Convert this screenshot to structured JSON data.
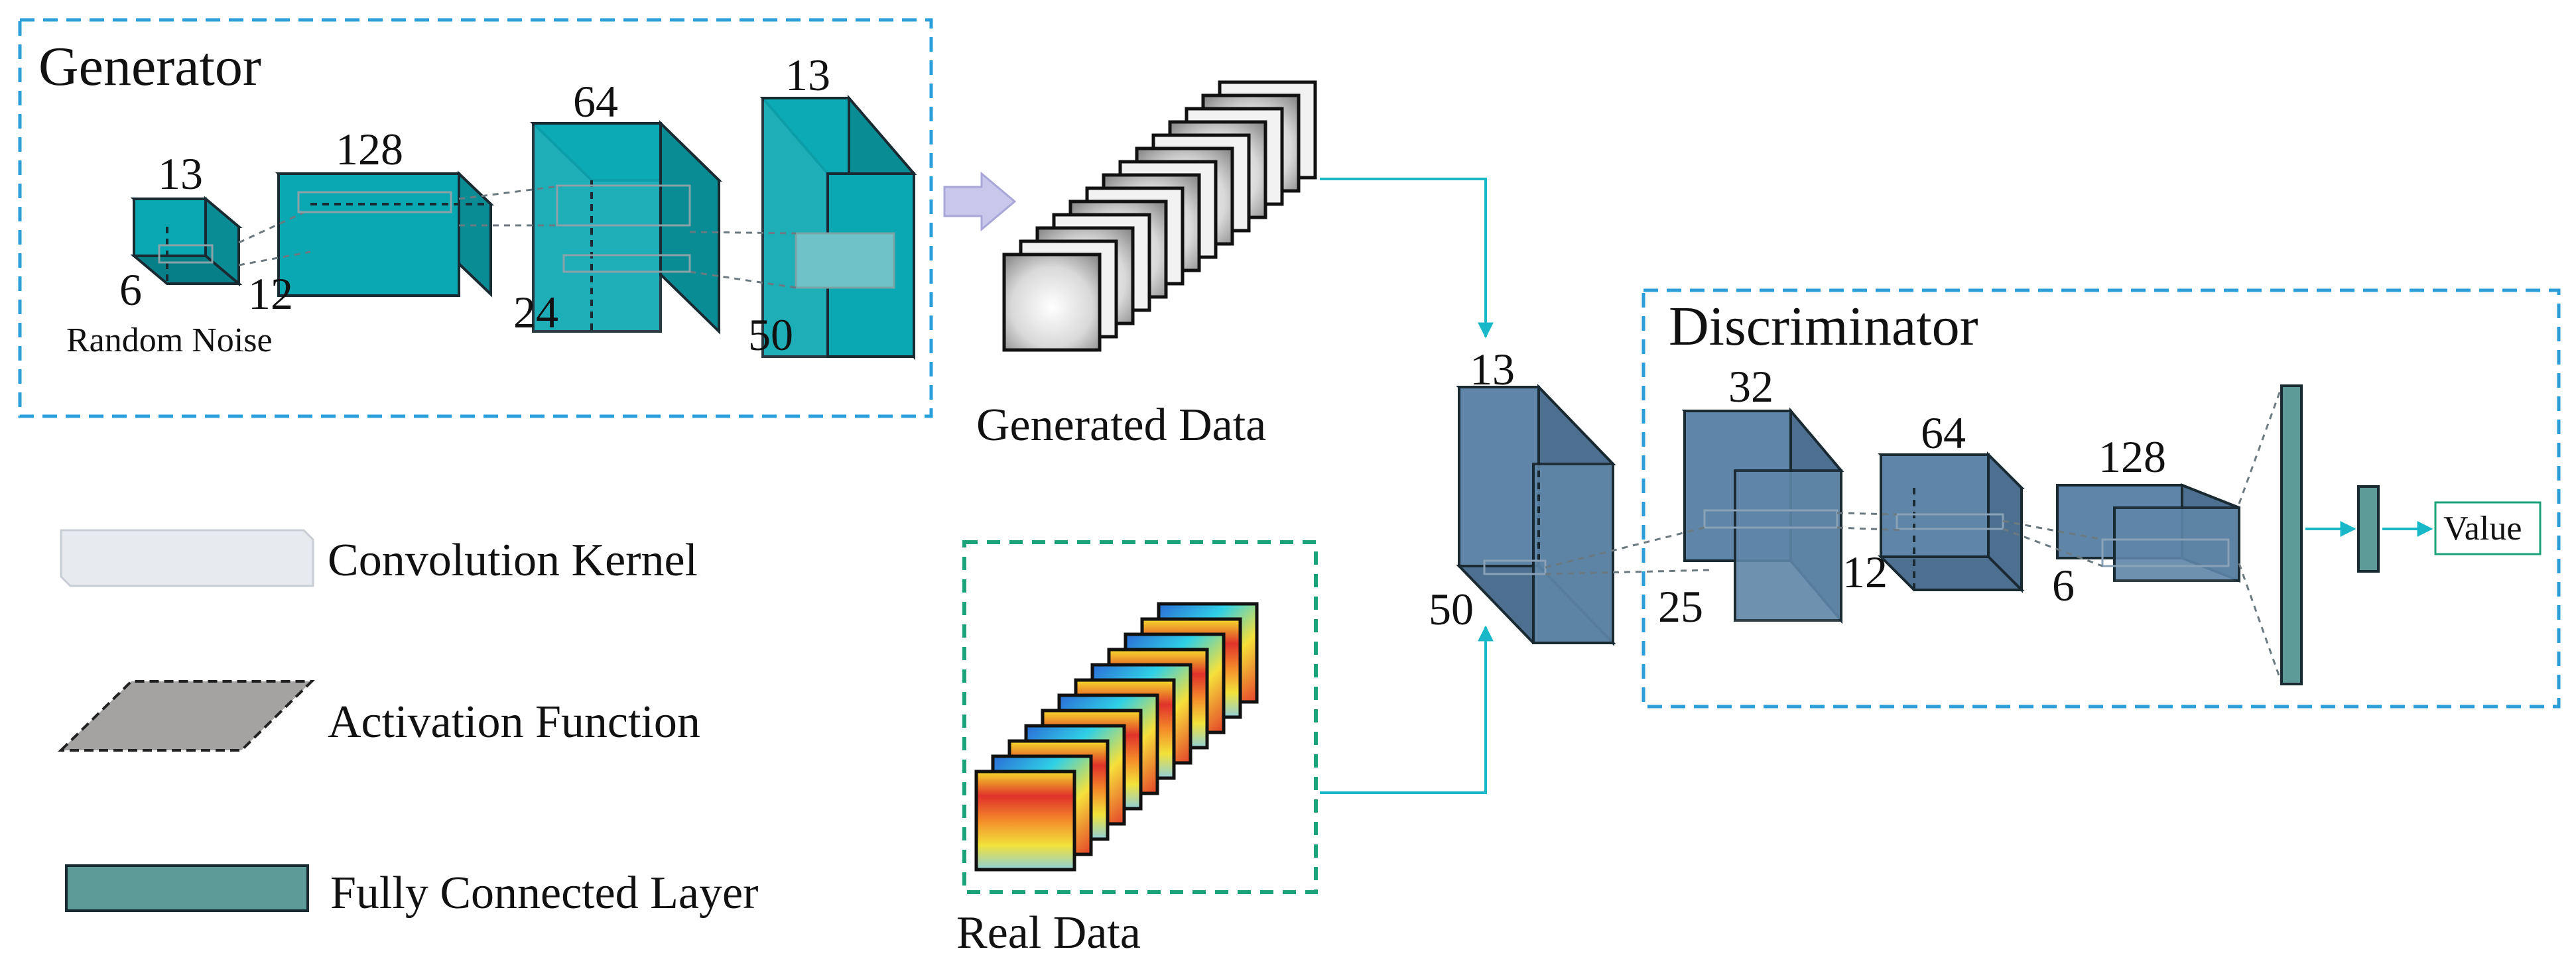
{
  "generator": {
    "title": "Generator",
    "noise_label": "Random Noise",
    "dims": [
      "13",
      "6",
      "12",
      "128",
      "64",
      "24",
      "13",
      "50"
    ]
  },
  "generated_data": {
    "label": "Generated Data",
    "frames": 14
  },
  "real_data": {
    "label": "Real Data",
    "frames": 12
  },
  "discriminator": {
    "title": "Discriminator",
    "dims": [
      "13",
      "50",
      "32",
      "25",
      "64",
      "12",
      "128",
      "6"
    ],
    "output_label": "Value"
  },
  "legend": {
    "items": [
      {
        "label": "Convolution Kernel"
      },
      {
        "label": "Activation Function"
      },
      {
        "label": "Fully Connected Layer"
      }
    ]
  },
  "colors": {
    "generator_block": "#0aa8b3",
    "discriminator_block": "#5f86a8",
    "fc_layer": "#5d9b98",
    "box_blue": "#2b9fd9",
    "box_green": "#1aa37a",
    "arrow": "#18b8c8",
    "block_arrow": "#c9c7ec"
  }
}
